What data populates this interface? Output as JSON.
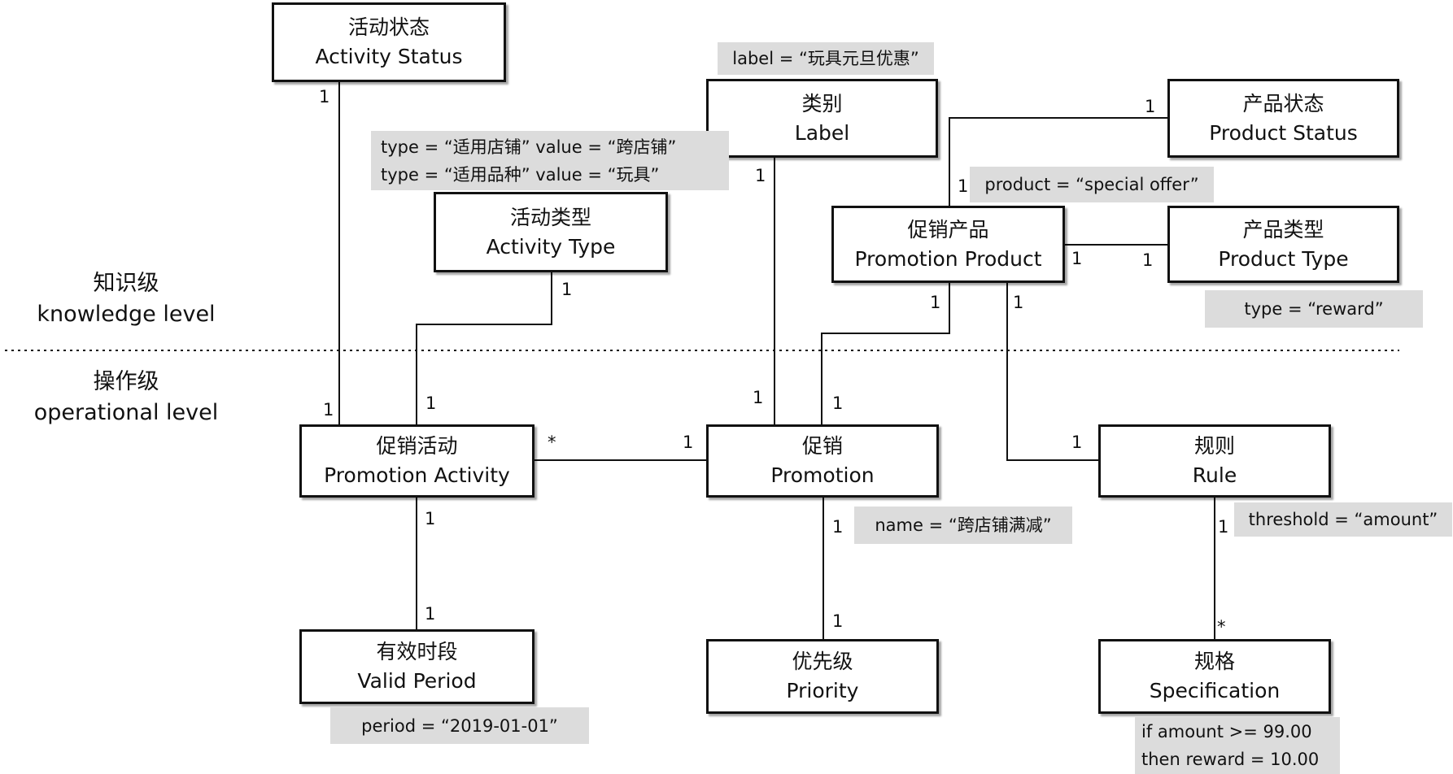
{
  "levels": {
    "knowledge": {
      "zh": "知识级",
      "en": "knowledge level"
    },
    "operational": {
      "zh": "操作级",
      "en": "operational level"
    }
  },
  "boxes": {
    "activity_status": {
      "zh": "活动状态",
      "en": "Activity Status"
    },
    "label": {
      "zh": "类别",
      "en": "Label"
    },
    "product_status": {
      "zh": "产品状态",
      "en": "Product Status"
    },
    "activity_type": {
      "zh": "活动类型",
      "en": "Activity Type"
    },
    "promotion_product": {
      "zh": "促销产品",
      "en": "Promotion Product"
    },
    "product_type": {
      "zh": "产品类型",
      "en": "Product Type"
    },
    "promotion_activity": {
      "zh": "促销活动",
      "en": "Promotion Activity"
    },
    "promotion": {
      "zh": "促销",
      "en": "Promotion"
    },
    "rule": {
      "zh": "规则",
      "en": "Rule"
    },
    "valid_period": {
      "zh": "有效时段",
      "en": "Valid Period"
    },
    "priority": {
      "zh": "优先级",
      "en": "Priority"
    },
    "specification": {
      "zh": "规格",
      "en": "Specification"
    }
  },
  "notes": {
    "label_value": "label = “玩具元旦优惠”",
    "activity_type_line1": "type = “适用店铺” value = “跨店铺”",
    "activity_type_line2": "type = “适用品种” value = “玩具”",
    "product_value": "product = “special offer”",
    "product_type_value": "type = “reward”",
    "promotion_name": "name = “跨店铺满减”",
    "rule_threshold": "threshold = “amount”",
    "valid_period_value": "period = “2019-01-01”",
    "spec_line1": "if amount >= 99.00",
    "spec_line2": "then reward = 10.00"
  },
  "multiplicities": {
    "activity_status_top": "1",
    "activity_status_bottom": "1",
    "label_top": "1",
    "label_bottom": "1",
    "product_status_end": "1",
    "product_status_start": "1",
    "activity_type_top": "1",
    "activity_type_bottom": "1",
    "pp_to_pt_left": "1",
    "pp_to_pt_right": "1",
    "pp_to_promotion_top": "1",
    "pp_to_promotion_bottom": "1",
    "pp_to_rule_top": "1",
    "pp_to_rule_end": "1",
    "pa_to_promotion_star": "*",
    "pa_to_promotion_one": "1",
    "pa_to_vp_top": "1",
    "pa_to_vp_bottom": "1",
    "promotion_to_priority_top": "1",
    "promotion_to_priority_bottom": "1",
    "rule_to_spec_top": "1",
    "rule_to_spec_star": "*"
  },
  "colors": {
    "line": "#111111",
    "note_bg": "#dcdcdc"
  }
}
